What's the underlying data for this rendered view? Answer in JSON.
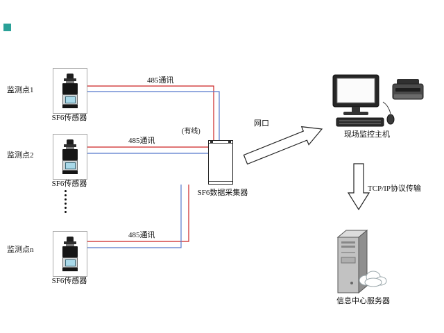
{
  "diagram": {
    "points": [
      {
        "point_label": "监测点1",
        "sensor_label": "SF6传感器",
        "bus_label": "485通讯"
      },
      {
        "point_label": "监测点2",
        "sensor_label": "SF6传感器",
        "bus_label": "485通讯"
      },
      {
        "point_label": "监测点n",
        "sensor_label": "SF6传感器",
        "bus_label": "485通讯"
      }
    ],
    "collector": {
      "label": "SF6数据采集器",
      "wired_note": "(有线)"
    },
    "links": {
      "network_port": "网口",
      "tcpip": "TCP/IP协议传输"
    },
    "host_label": "现场监控主机",
    "server_label": "信息中心服务器",
    "colors": {
      "wire_red": "#cc2222",
      "wire_blue": "#5577cc",
      "marker_teal": "#2aa198"
    }
  }
}
